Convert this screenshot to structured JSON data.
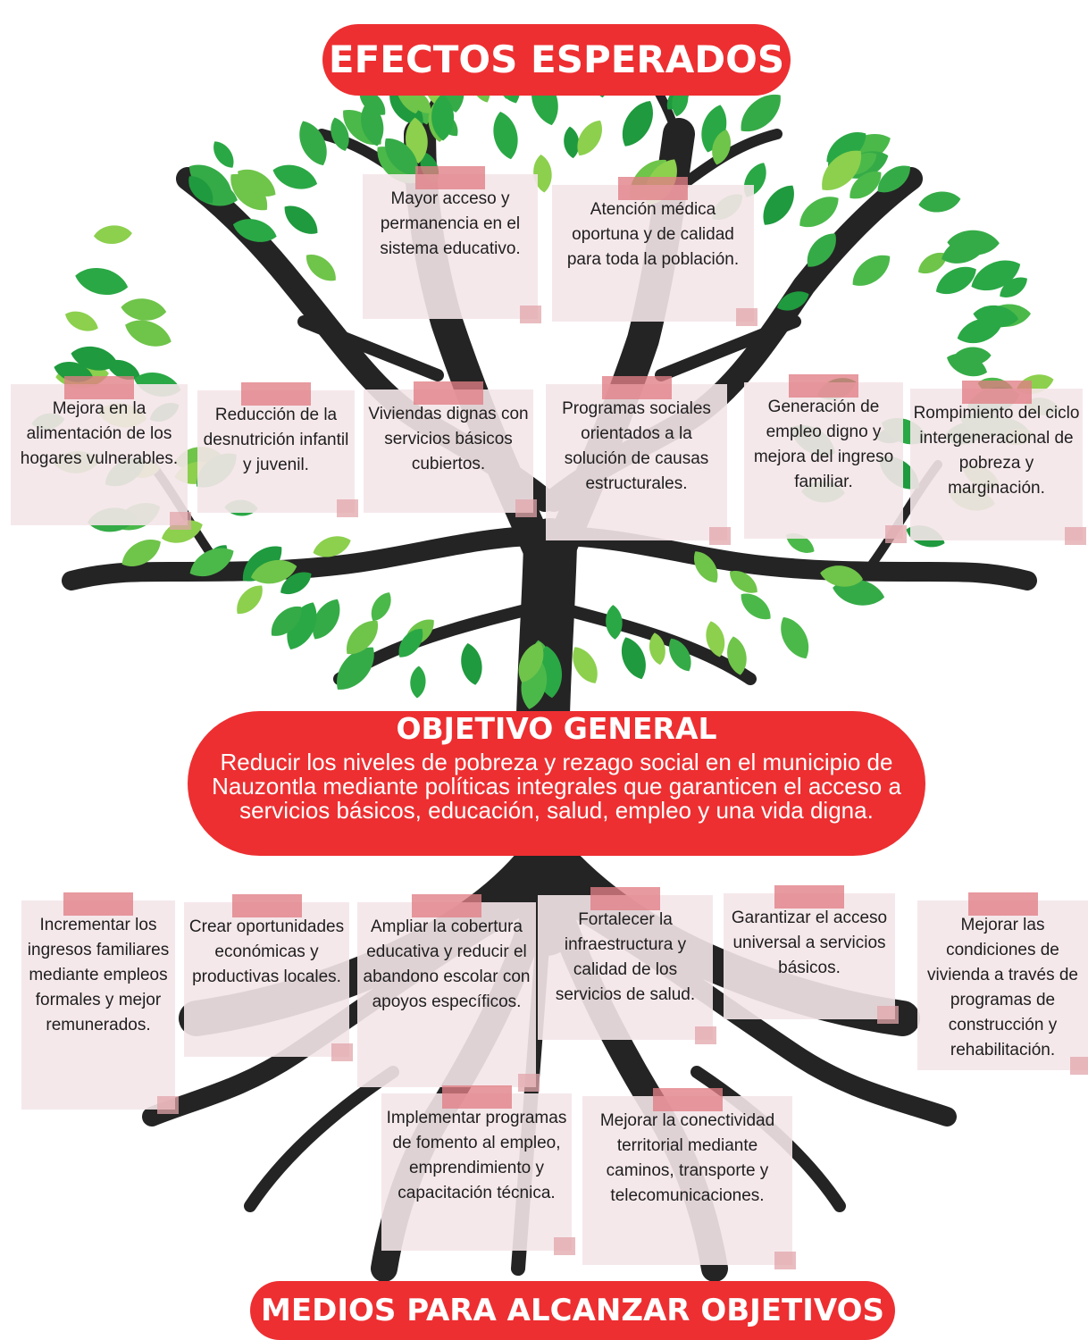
{
  "header": "EFECTOS ESPERADOS",
  "objective": {
    "title": "OBJETIVO GENERAL",
    "text": "Reducir los niveles de pobreza y rezago social en el municipio de Nauzontla mediante políticas integrales que garanticen el acceso a servicios básicos, educación, salud, empleo y una vida digna."
  },
  "effects": [
    "Mayor acceso y permanencia en el sistema educativo.",
    "Atención médica oportuna y de calidad para toda la población.",
    "Mejora en la alimentación de los hogares vulnerables.",
    "Reducción de la desnutrición infantil y juvenil.",
    "Viviendas dignas con servicios básicos cubiertos.",
    "Programas sociales orientados a la solución de causas estructurales.",
    "Generación de empleo digno y mejora del ingreso familiar.",
    "Rompimiento del ciclo intergeneracional de pobreza y marginación."
  ],
  "means": [
    "Incrementar los ingresos familiares mediante empleos formales y mejor remunerados.",
    "Crear oportunidades económicas y productivas locales.",
    "Ampliar la cobertura educativa y reducir el abandono escolar con apoyos específicos.",
    "Fortalecer la infraestructura y calidad de los servicios de salud.",
    "Garantizar el acceso universal a servicios básicos.",
    "Mejorar las condiciones de vivienda a través de programas de construcción y rehabilitación.",
    "Implementar programas de fomento al empleo, emprendimiento y capacitación técnica.",
    "Mejorar la conectividad territorial mediante caminos, transporte y telecomunicaciones."
  ],
  "footer": "MEDIOS PARA ALCANZAR OBJETIVOS",
  "colors": {
    "accent": "#ed2f31",
    "trunk": "#242424",
    "note": "#f4e6e9",
    "tape": "#e07e84",
    "leaf_dark": "#1f9a3e",
    "leaf_light": "#8cd04e"
  }
}
